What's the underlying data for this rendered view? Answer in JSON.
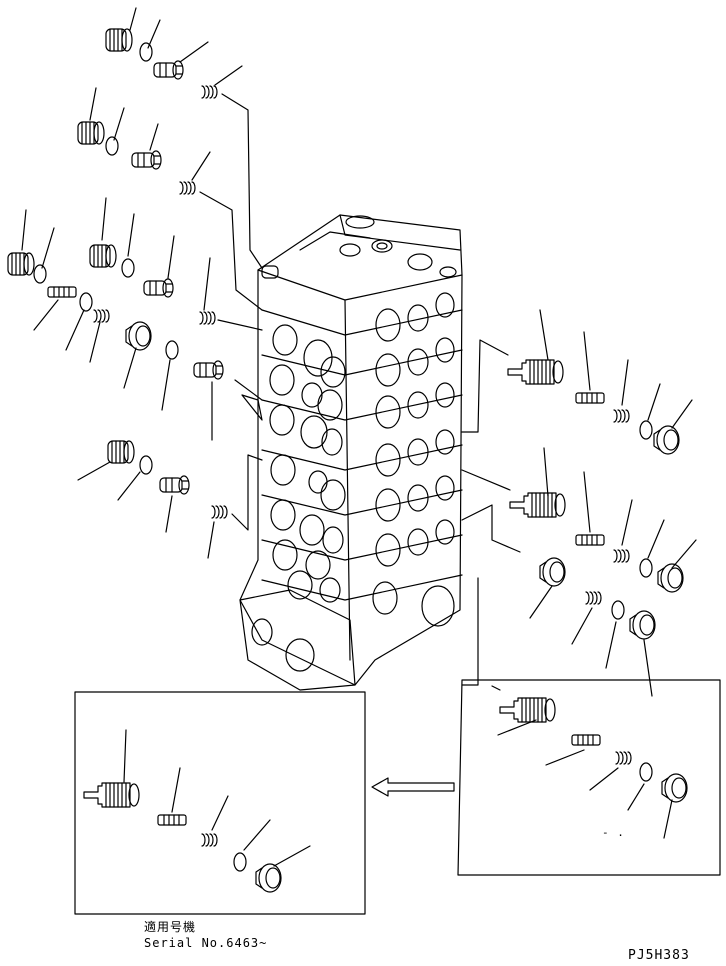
{
  "diagram": {
    "drawing_code": "PJ5H383",
    "inset": {
      "label_line1": "適用号機",
      "label_line2": "Serial No.6463~"
    },
    "dash_mark": "- ."
  }
}
